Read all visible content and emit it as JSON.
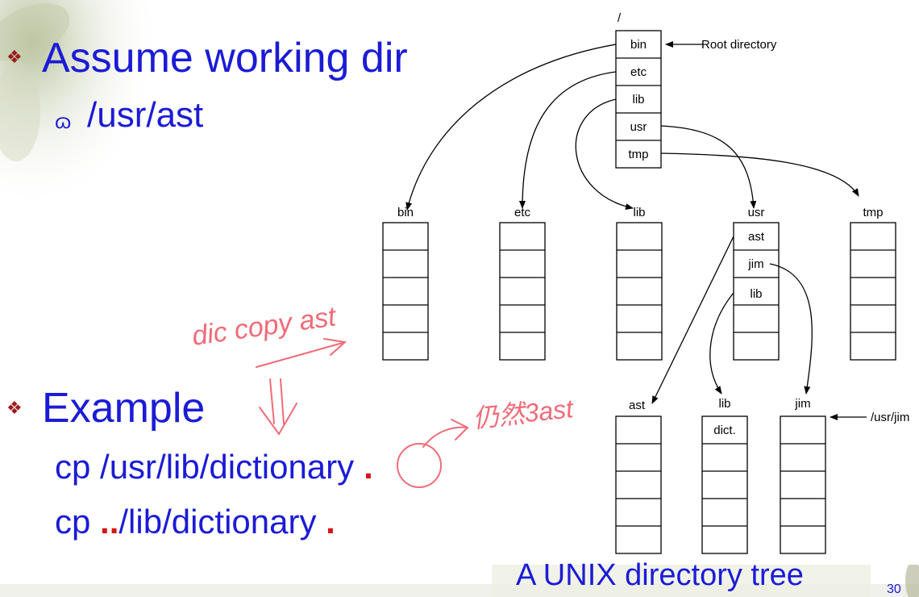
{
  "slide": {
    "bullet1": "Assume working dir",
    "sub1": "/usr/ast",
    "bullet2": "Example",
    "cmd1_text": "cp /usr/lib/dictionary",
    "cmd1_dot": ".",
    "cmd2_prefix": "cp ",
    "cmd2_dots": "..",
    "cmd2_rest": "/lib/dictionary ",
    "cmd2_dot": ".",
    "caption": "A UNIX directory tree",
    "page_number": "30"
  },
  "diagram": {
    "root_slash": "/",
    "root_label": "Root directory",
    "root_entries": [
      "bin",
      "etc",
      "lib",
      "usr",
      "tmp"
    ],
    "level2_dirs": [
      "bin",
      "etc",
      "lib",
      "usr",
      "tmp"
    ],
    "usr_entries": [
      "ast",
      "jim",
      "lib"
    ],
    "level3_dirs": [
      "ast",
      "lib",
      "jim"
    ],
    "lib_entry": "dict.",
    "jim_label": "/usr/jim"
  },
  "handwriting": {
    "note1": "dic copy ast",
    "note2": "仍然3ast"
  },
  "colors": {
    "text_blue": "#1b1bd6",
    "red": "#d61515",
    "ink_pink": "#ef6b78"
  }
}
